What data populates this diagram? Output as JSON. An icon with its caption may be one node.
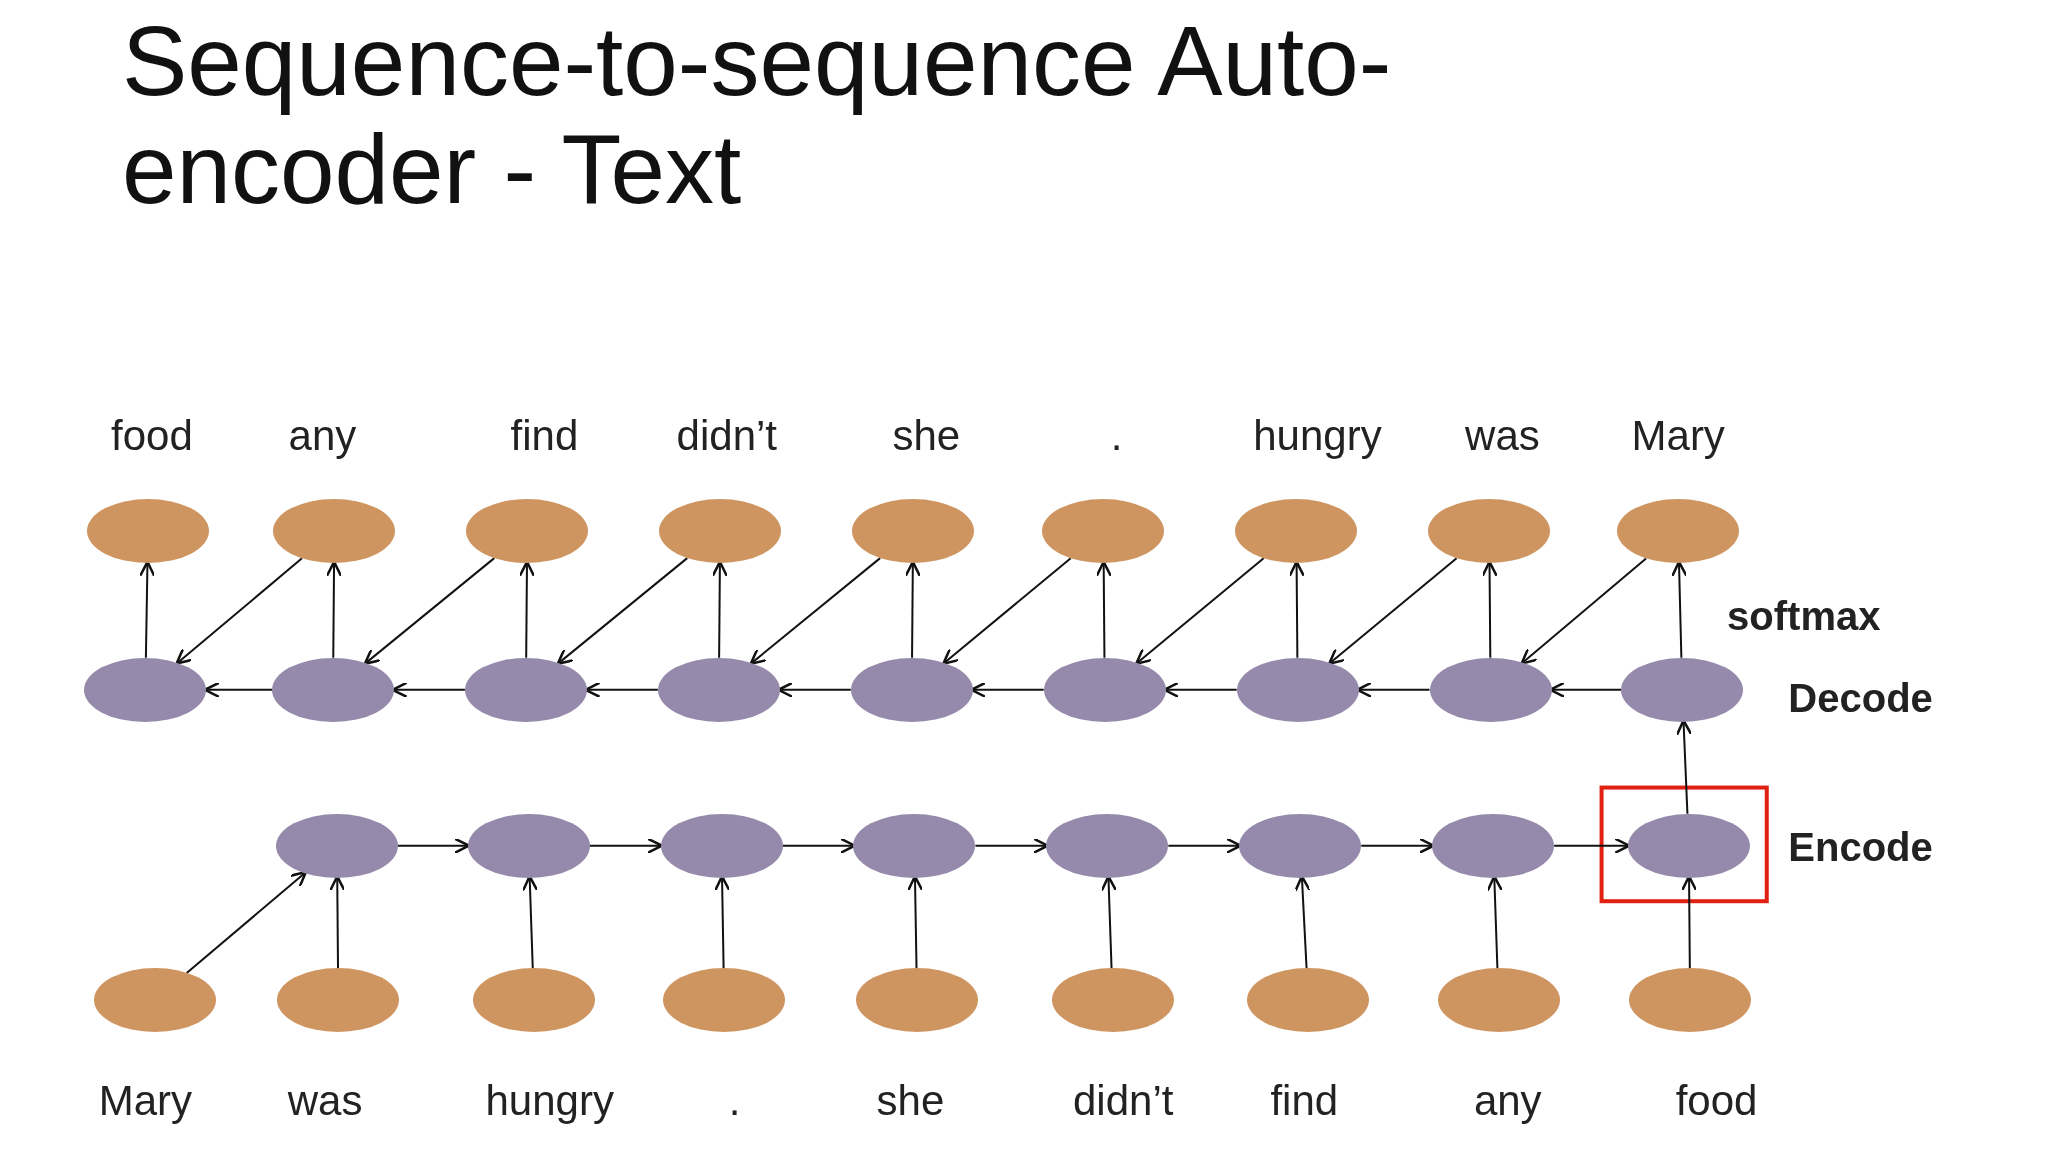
{
  "diagram": {
    "title": "Sequence-to-sequence Auto-encoder - Text",
    "nodes": [
      {
        "text": [],
        "shape": "ellipse",
        "beside": [
          "food"
        ]
      },
      {
        "text": [],
        "shape": "ellipse",
        "beside": [
          "any"
        ]
      },
      {
        "text": [],
        "shape": "ellipse",
        "beside": [
          "find"
        ]
      },
      {
        "text": [],
        "shape": "ellipse",
        "beside": [
          "didn’t"
        ]
      },
      {
        "text": [],
        "shape": "ellipse",
        "beside": [
          "she"
        ]
      },
      {
        "text": [],
        "shape": "ellipse",
        "beside": [
          "."
        ]
      },
      {
        "text": [],
        "shape": "ellipse",
        "beside": [
          "hungry"
        ]
      },
      {
        "text": [],
        "shape": "ellipse",
        "beside": [
          "was"
        ]
      },
      {
        "text": [],
        "shape": "ellipse",
        "beside": [
          "Mary"
        ]
      },
      {
        "text": [],
        "shape": "ellipse"
      },
      {
        "text": [],
        "shape": "ellipse"
      },
      {
        "text": [],
        "shape": "ellipse"
      },
      {
        "text": [],
        "shape": "ellipse"
      },
      {
        "text": [],
        "shape": "ellipse"
      },
      {
        "text": [],
        "shape": "ellipse"
      },
      {
        "text": [],
        "shape": "ellipse"
      },
      {
        "text": [],
        "shape": "ellipse"
      },
      {
        "text": [],
        "shape": "ellipse"
      },
      {
        "text": [],
        "shape": "ellipse"
      },
      {
        "text": [],
        "shape": "ellipse"
      },
      {
        "text": [],
        "shape": "ellipse"
      },
      {
        "text": [],
        "shape": "ellipse"
      },
      {
        "text": [],
        "shape": "ellipse"
      },
      {
        "text": [],
        "shape": "ellipse"
      },
      {
        "text": [],
        "shape": "ellipse"
      },
      {
        "text": [],
        "shape": "ellipse"
      },
      {
        "text": [],
        "shape": "ellipse",
        "beside": [
          "Mary"
        ]
      },
      {
        "text": [],
        "shape": "ellipse",
        "beside": [
          "was"
        ]
      },
      {
        "text": [],
        "shape": "ellipse",
        "beside": [
          "hungry"
        ]
      },
      {
        "text": [],
        "shape": "ellipse",
        "beside": [
          "."
        ]
      },
      {
        "text": [],
        "shape": "ellipse",
        "beside": [
          "she"
        ]
      },
      {
        "text": [],
        "shape": "ellipse",
        "beside": [
          "didn’t"
        ]
      },
      {
        "text": [],
        "shape": "ellipse",
        "beside": [
          "find"
        ]
      },
      {
        "text": [],
        "shape": "ellipse",
        "beside": [
          "any"
        ]
      },
      {
        "text": [],
        "shape": "ellipse",
        "beside": [
          "food"
        ]
      }
    ],
    "edges": [
      {
        "from": 26,
        "to": 18,
        "arrow": "to"
      },
      {
        "from": 27,
        "to": 18,
        "arrow": "to"
      },
      {
        "from": 28,
        "to": 19,
        "arrow": "to"
      },
      {
        "from": 29,
        "to": 20,
        "arrow": "to"
      },
      {
        "from": 30,
        "to": 21,
        "arrow": "to"
      },
      {
        "from": 31,
        "to": 22,
        "arrow": "to"
      },
      {
        "from": 32,
        "to": 23,
        "arrow": "to"
      },
      {
        "from": 33,
        "to": 24,
        "arrow": "to"
      },
      {
        "from": 34,
        "to": 25,
        "arrow": "to"
      },
      {
        "from": 18,
        "to": 19,
        "arrow": "to"
      },
      {
        "from": 19,
        "to": 20,
        "arrow": "to"
      },
      {
        "from": 20,
        "to": 21,
        "arrow": "to"
      },
      {
        "from": 21,
        "to": 22,
        "arrow": "to"
      },
      {
        "from": 22,
        "to": 23,
        "arrow": "to"
      },
      {
        "from": 23,
        "to": 24,
        "arrow": "to"
      },
      {
        "from": 24,
        "to": 25,
        "arrow": "to"
      },
      {
        "from": 25,
        "to": 17,
        "arrow": "to"
      },
      {
        "from": 17,
        "to": 16,
        "arrow": "to"
      },
      {
        "from": 16,
        "to": 15,
        "arrow": "to"
      },
      {
        "from": 15,
        "to": 14,
        "arrow": "to"
      },
      {
        "from": 14,
        "to": 13,
        "arrow": "to"
      },
      {
        "from": 13,
        "to": 12,
        "arrow": "to"
      },
      {
        "from": 12,
        "to": 11,
        "arrow": "to"
      },
      {
        "from": 11,
        "to": 10,
        "arrow": "to"
      },
      {
        "from": 10,
        "to": 9,
        "arrow": "to"
      },
      {
        "from": 9,
        "to": 0,
        "arrow": "to"
      },
      {
        "from": 10,
        "to": 1,
        "arrow": "to"
      },
      {
        "from": 11,
        "to": 2,
        "arrow": "to"
      },
      {
        "from": 12,
        "to": 3,
        "arrow": "to"
      },
      {
        "from": 13,
        "to": 4,
        "arrow": "to"
      },
      {
        "from": 14,
        "to": 5,
        "arrow": "to"
      },
      {
        "from": 15,
        "to": 6,
        "arrow": "to"
      },
      {
        "from": 16,
        "to": 7,
        "arrow": "to"
      },
      {
        "from": 17,
        "to": 8,
        "arrow": "to"
      },
      {
        "from": 1,
        "to": 9,
        "arrow": "to"
      },
      {
        "from": 2,
        "to": 10,
        "arrow": "to"
      },
      {
        "from": 3,
        "to": 11,
        "arrow": "to"
      },
      {
        "from": 4,
        "to": 12,
        "arrow": "to"
      },
      {
        "from": 5,
        "to": 13,
        "arrow": "to"
      },
      {
        "from": 6,
        "to": 14,
        "arrow": "to"
      },
      {
        "from": 7,
        "to": 15,
        "arrow": "to"
      },
      {
        "from": 8,
        "to": 16,
        "arrow": "to"
      }
    ],
    "labels": [
      "softmax",
      "Decode",
      "Encode"
    ]
  }
}
